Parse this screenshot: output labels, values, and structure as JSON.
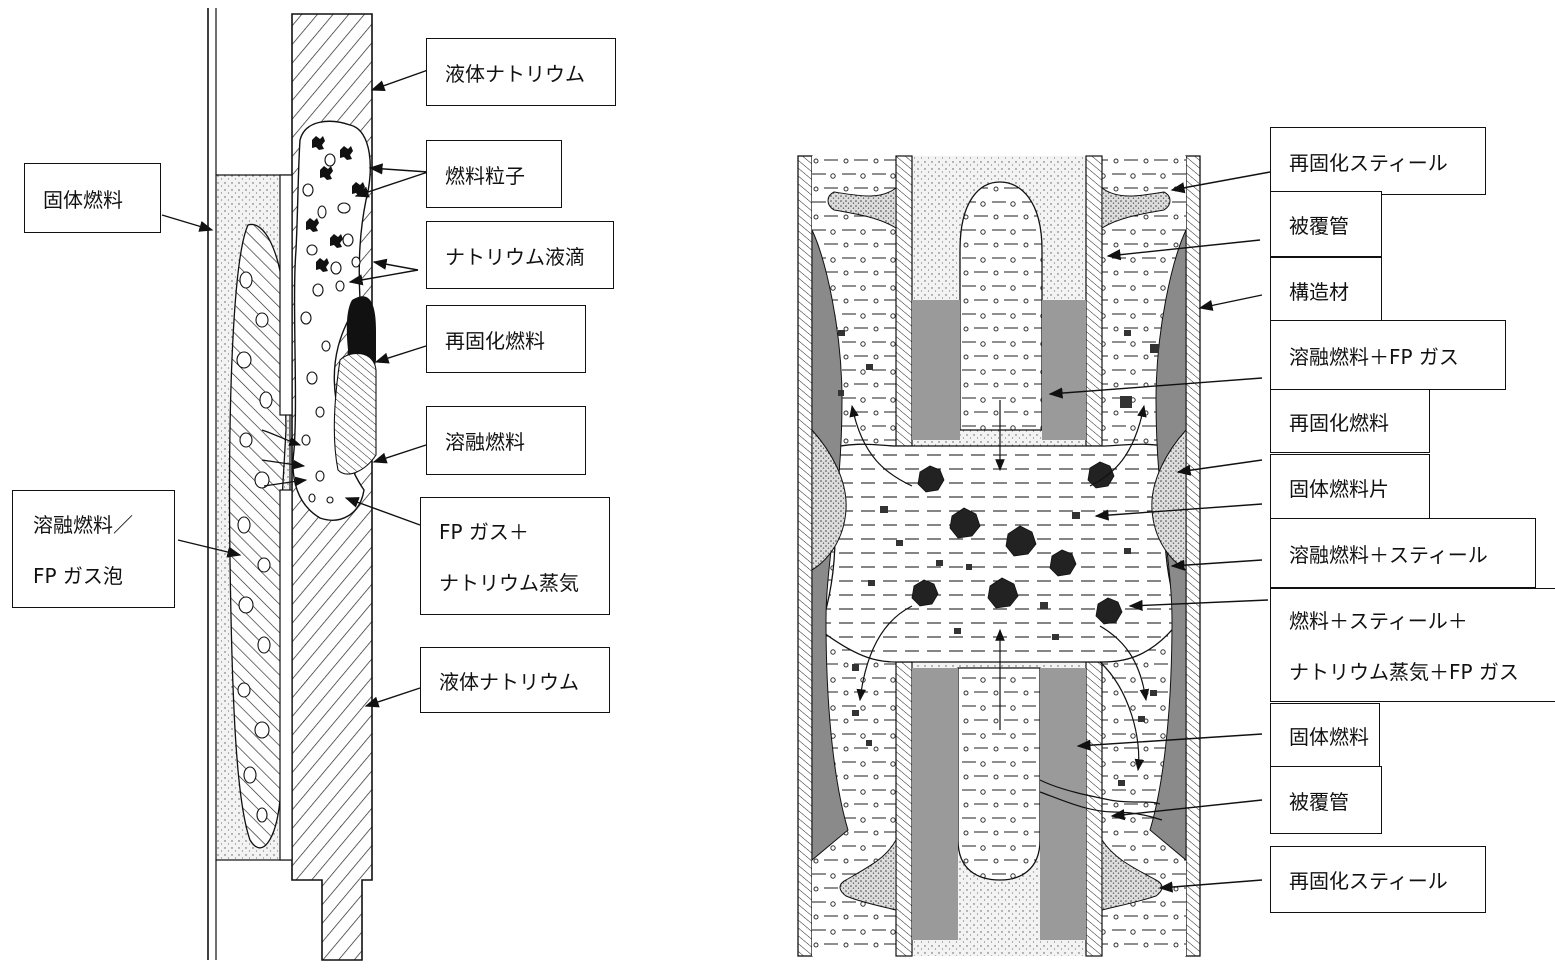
{
  "left_diagram": {
    "labels": {
      "liquid_sodium_top": "液体ナトリウム",
      "fuel_particles": "燃料粒子",
      "sodium_droplets": "ナトリウム液滴",
      "refrozen_fuel": "再固化燃料",
      "molten_fuel": "溶融燃料",
      "fp_gas_sodium_vapor_line1": "FP ガス＋",
      "fp_gas_sodium_vapor_line2": "ナトリウム蒸気",
      "liquid_sodium_bottom": "液体ナトリウム",
      "solid_fuel": "固体燃料",
      "molten_fuel_fp_bubbles_line1": "溶融燃料／",
      "molten_fuel_fp_bubbles_line2": "FP ガス泡"
    }
  },
  "right_diagram": {
    "labels": {
      "refrozen_steel_top": "再固化スティール",
      "cladding_top": "被覆管",
      "structure": "構造材",
      "molten_fuel_fp_gas": "溶融燃料＋FP ガス",
      "refrozen_fuel": "再固化燃料",
      "solid_fuel_fragments": "固体燃料片",
      "molten_fuel_steel": "溶融燃料＋スティール",
      "mixture_line1": "燃料＋スティール＋",
      "mixture_line2": "ナトリウム蒸気＋FP ガス",
      "solid_fuel": "固体燃料",
      "cladding_bottom": "被覆管",
      "refrozen_steel_bottom": "再固化スティール"
    }
  },
  "colors": {
    "ink": "#111111",
    "stipple_bg": "#eeeeee",
    "shade": "#999999",
    "solid": "#111111"
  }
}
